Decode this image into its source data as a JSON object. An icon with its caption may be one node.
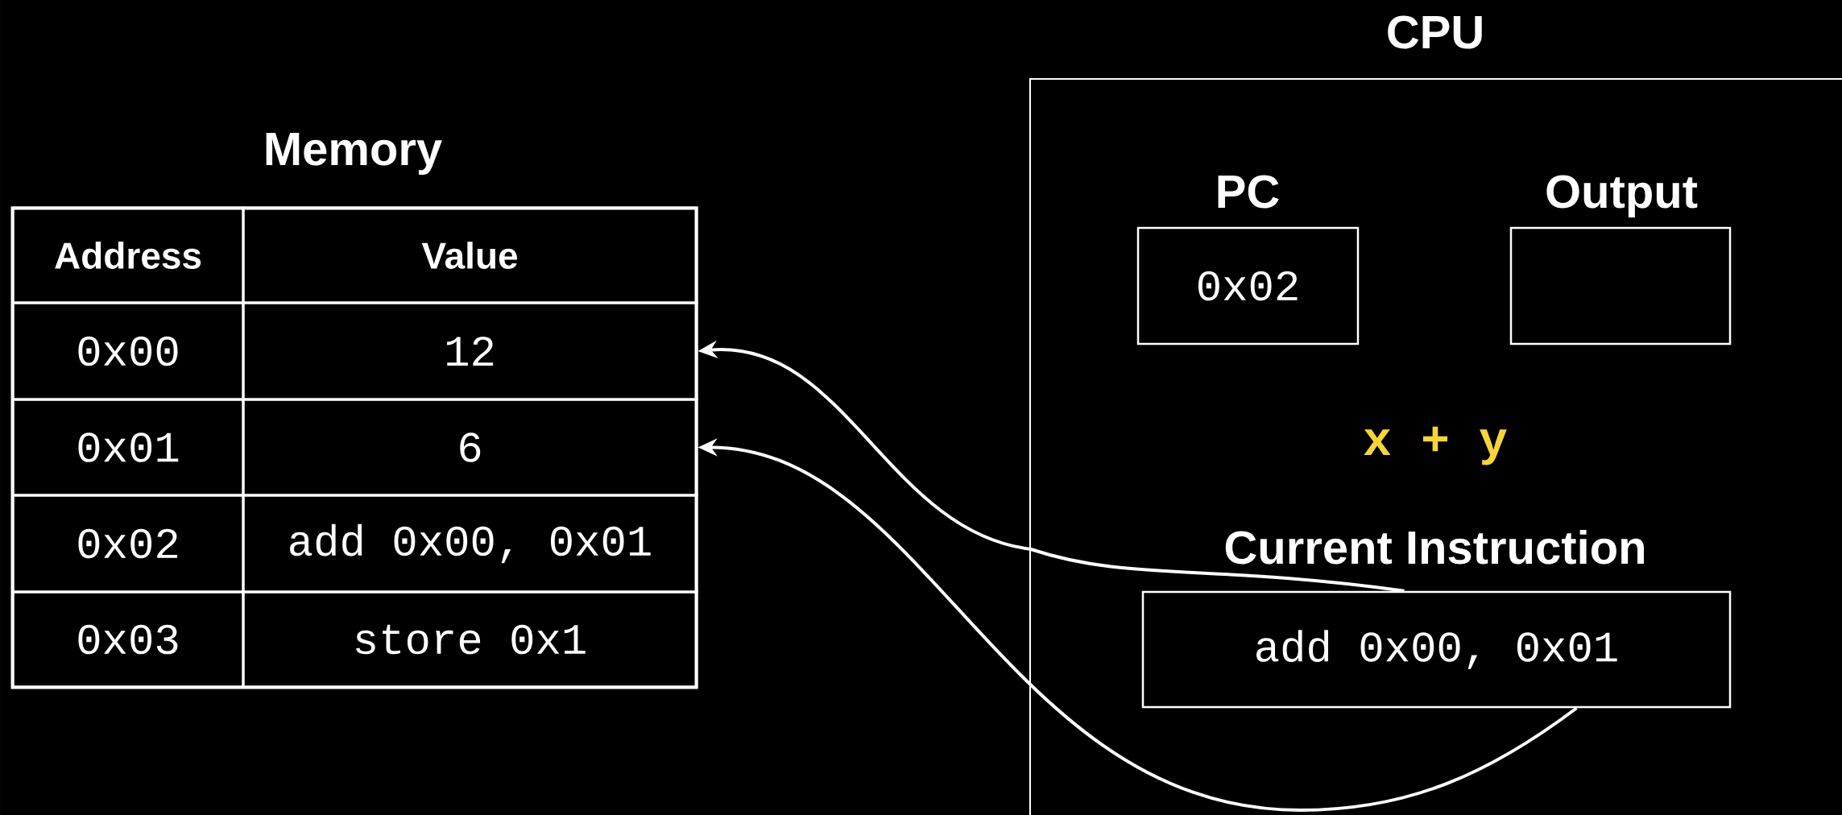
{
  "diagram": {
    "nodes": [
      {
        "text": [
          "Memory"
        ]
      },
      {
        "text": [
          "Address"
        ],
        "in": 0
      },
      {
        "text": [
          "Value"
        ],
        "in": 0
      },
      {
        "text": [
          "0x00"
        ],
        "in": 0
      },
      {
        "text": [
          "12"
        ],
        "in": 0
      },
      {
        "text": [
          "0x01"
        ],
        "in": 0
      },
      {
        "text": [
          "6"
        ],
        "in": 0
      },
      {
        "text": [
          "0x02"
        ],
        "in": 0
      },
      {
        "text": [
          "add 0x00, 0x01"
        ],
        "in": 0
      },
      {
        "text": [
          "0x03"
        ],
        "in": 0
      },
      {
        "text": [
          "store 0x1"
        ],
        "in": 0
      },
      {
        "text": [
          "CPU"
        ]
      },
      {
        "text": [
          "PC",
          "0x02"
        ],
        "in": 11
      },
      {
        "text": [
          "Output"
        ],
        "in": 11
      },
      {
        "text": [
          "Current Instruction",
          "add 0x00, 0x01"
        ],
        "in": 11
      }
    ],
    "edges": [
      {
        "from": 14,
        "to": 4,
        "arrow": "to"
      },
      {
        "from": 14,
        "to": 6,
        "arrow": "to"
      }
    ],
    "labels": [
      "x + y"
    ]
  }
}
